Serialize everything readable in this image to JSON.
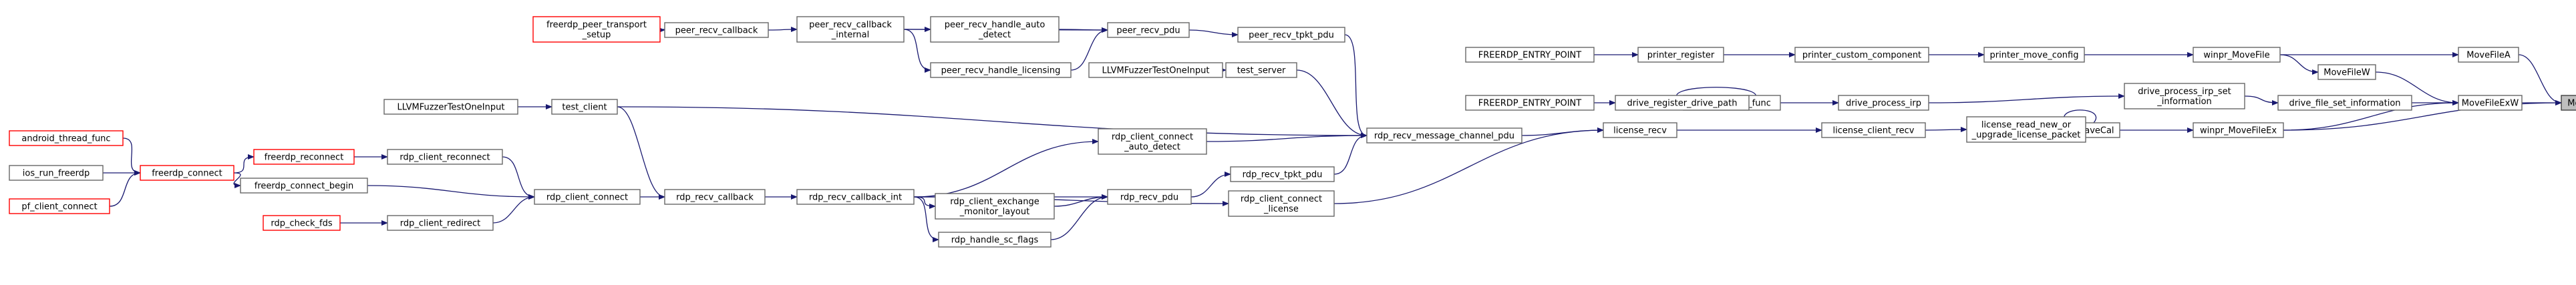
{
  "diagram": {
    "nodes": [
      {
        "id": "MoveFileExA",
        "lines": [
          "MoveFileExA"
        ],
        "style": "root"
      },
      {
        "id": "MoveFileA",
        "lines": [
          "MoveFileA"
        ],
        "style": "normal"
      },
      {
        "id": "MoveFileW",
        "lines": [
          "MoveFileW"
        ],
        "style": "normal"
      },
      {
        "id": "MoveFileExW",
        "lines": [
          "MoveFileExW"
        ],
        "style": "normal"
      },
      {
        "id": "winpr_MoveFile",
        "lines": [
          "winpr_MoveFile"
        ],
        "style": "normal"
      },
      {
        "id": "winpr_MoveFileEx",
        "lines": [
          "winpr_MoveFileEx"
        ],
        "style": "normal"
      },
      {
        "id": "drive_file_set_information",
        "lines": [
          "drive_file_set_information"
        ],
        "style": "normal"
      },
      {
        "id": "saveCal",
        "lines": [
          "saveCal"
        ],
        "style": "normal"
      },
      {
        "id": "printer_move_config",
        "lines": [
          "printer_move_config"
        ],
        "style": "normal"
      },
      {
        "id": "drive_process_irp_set_information",
        "lines": [
          "drive_process_irp_set",
          "_information"
        ],
        "style": "normal"
      },
      {
        "id": "license_read_new_or_upgrade_license_packet",
        "lines": [
          "license_read_new_or",
          "_upgrade_license_packet"
        ],
        "style": "normal"
      },
      {
        "id": "printer_custom_component",
        "lines": [
          "printer_custom_component"
        ],
        "style": "normal"
      },
      {
        "id": "drive_process_irp",
        "lines": [
          "drive_process_irp"
        ],
        "style": "normal"
      },
      {
        "id": "license_client_recv",
        "lines": [
          "license_client_recv"
        ],
        "style": "normal"
      },
      {
        "id": "printer_register",
        "lines": [
          "printer_register"
        ],
        "style": "normal"
      },
      {
        "id": "drive_thread_func",
        "lines": [
          "drive_thread_func"
        ],
        "style": "normal"
      },
      {
        "id": "license_recv",
        "lines": [
          "license_recv"
        ],
        "style": "normal"
      },
      {
        "id": "FREERDP_ENTRY_POINT_1",
        "lines": [
          "FREERDP_ENTRY_POINT"
        ],
        "style": "normal"
      },
      {
        "id": "drive_register_drive_path",
        "lines": [
          "drive_register_drive_path"
        ],
        "style": "normal"
      },
      {
        "id": "FREERDP_ENTRY_POINT_2",
        "lines": [
          "FREERDP_ENTRY_POINT"
        ],
        "style": "normal"
      },
      {
        "id": "rdp_recv_message_channel_pdu",
        "lines": [
          "rdp_recv_message_channel_pdu"
        ],
        "style": "normal"
      },
      {
        "id": "peer_recv_tpkt_pdu",
        "lines": [
          "peer_recv_tpkt_pdu"
        ],
        "style": "normal"
      },
      {
        "id": "test_server",
        "lines": [
          "test_server"
        ],
        "style": "normal"
      },
      {
        "id": "LLVMFuzzerTestOneInput_1",
        "lines": [
          "LLVMFuzzerTestOneInput"
        ],
        "style": "normal"
      },
      {
        "id": "rdp_recv_tpkt_pdu",
        "lines": [
          "rdp_recv_tpkt_pdu"
        ],
        "style": "normal"
      },
      {
        "id": "rdp_client_connect_license",
        "lines": [
          "rdp_client_connect",
          "_license"
        ],
        "style": "normal"
      },
      {
        "id": "rdp_client_connect_auto_detect",
        "lines": [
          "rdp_client_connect",
          "_auto_detect"
        ],
        "style": "normal"
      },
      {
        "id": "peer_recv_pdu",
        "lines": [
          "peer_recv_pdu"
        ],
        "style": "normal"
      },
      {
        "id": "rdp_recv_pdu",
        "lines": [
          "rdp_recv_pdu"
        ],
        "style": "normal"
      },
      {
        "id": "peer_recv_handle_auto_detect",
        "lines": [
          "peer_recv_handle_auto",
          "_detect"
        ],
        "style": "normal"
      },
      {
        "id": "peer_recv_handle_licensing",
        "lines": [
          "peer_recv_handle_licensing"
        ],
        "style": "normal"
      },
      {
        "id": "rdp_client_exchange_monitor_layout",
        "lines": [
          "rdp_client_exchange",
          "_monitor_layout"
        ],
        "style": "normal"
      },
      {
        "id": "rdp_handle_sc_flags",
        "lines": [
          "rdp_handle_sc_flags"
        ],
        "style": "normal"
      },
      {
        "id": "peer_recv_callback_internal",
        "lines": [
          "peer_recv_callback",
          "_internal"
        ],
        "style": "normal"
      },
      {
        "id": "rdp_recv_callback_int",
        "lines": [
          "rdp_recv_callback_int"
        ],
        "style": "normal"
      },
      {
        "id": "peer_recv_callback",
        "lines": [
          "peer_recv_callback"
        ],
        "style": "normal"
      },
      {
        "id": "rdp_recv_callback",
        "lines": [
          "rdp_recv_callback"
        ],
        "style": "normal"
      },
      {
        "id": "freerdp_peer_transport_setup",
        "lines": [
          "freerdp_peer_transport",
          "_setup"
        ],
        "style": "red"
      },
      {
        "id": "test_client",
        "lines": [
          "test_client"
        ],
        "style": "normal"
      },
      {
        "id": "rdp_client_connect",
        "lines": [
          "rdp_client_connect"
        ],
        "style": "normal"
      },
      {
        "id": "LLVMFuzzerTestOneInput_2",
        "lines": [
          "LLVMFuzzerTestOneInput"
        ],
        "style": "normal"
      },
      {
        "id": "rdp_client_reconnect",
        "lines": [
          "rdp_client_reconnect"
        ],
        "style": "normal"
      },
      {
        "id": "freerdp_connect_begin",
        "lines": [
          "freerdp_connect_begin"
        ],
        "style": "normal"
      },
      {
        "id": "rdp_client_redirect",
        "lines": [
          "rdp_client_redirect"
        ],
        "style": "normal"
      },
      {
        "id": "freerdp_reconnect",
        "lines": [
          "freerdp_reconnect"
        ],
        "style": "red"
      },
      {
        "id": "rdp_check_fds",
        "lines": [
          "rdp_check_fds"
        ],
        "style": "red"
      },
      {
        "id": "freerdp_connect",
        "lines": [
          "freerdp_connect"
        ],
        "style": "red"
      },
      {
        "id": "android_thread_func",
        "lines": [
          "android_thread_func"
        ],
        "style": "red"
      },
      {
        "id": "ios_run_freerdp",
        "lines": [
          "ios_run_freerdp"
        ],
        "style": "normal"
      },
      {
        "id": "pf_client_connect",
        "lines": [
          "pf_client_connect"
        ],
        "style": "red"
      }
    ],
    "edges": [
      {
        "from": "MoveFileA",
        "to": "MoveFileExA"
      },
      {
        "from": "MoveFileExW",
        "to": "MoveFileExA"
      },
      {
        "from": "winpr_MoveFileEx",
        "to": "MoveFileExA"
      },
      {
        "from": "winpr_MoveFile",
        "to": "MoveFileA"
      },
      {
        "from": "winpr_MoveFile",
        "to": "MoveFileW"
      },
      {
        "from": "MoveFileW",
        "to": "MoveFileExW"
      },
      {
        "from": "drive_file_set_information",
        "to": "MoveFileExW"
      },
      {
        "from": "winpr_MoveFileEx",
        "to": "MoveFileExW"
      },
      {
        "from": "saveCal",
        "to": "winpr_MoveFileEx"
      },
      {
        "from": "printer_move_config",
        "to": "winpr_MoveFile"
      },
      {
        "from": "drive_process_irp_set_information",
        "to": "drive_file_set_information"
      },
      {
        "from": "license_read_new_or_upgrade_license_packet",
        "to": "saveCal"
      },
      {
        "from": "printer_custom_component",
        "to": "printer_move_config"
      },
      {
        "from": "drive_process_irp",
        "to": "drive_process_irp_set_information"
      },
      {
        "from": "license_client_recv",
        "to": "license_read_new_or_upgrade_license_packet"
      },
      {
        "from": "printer_register",
        "to": "printer_custom_component"
      },
      {
        "from": "drive_thread_func",
        "to": "drive_process_irp"
      },
      {
        "from": "license_recv",
        "to": "license_client_recv"
      },
      {
        "from": "FREERDP_ENTRY_POINT_1",
        "to": "printer_register"
      },
      {
        "from": "drive_register_drive_path",
        "to": "drive_thread_func"
      },
      {
        "from": "FREERDP_ENTRY_POINT_2",
        "to": "drive_register_drive_path"
      },
      {
        "from": "rdp_recv_message_channel_pdu",
        "to": "license_recv"
      },
      {
        "from": "rdp_client_connect_license",
        "to": "license_recv"
      },
      {
        "from": "peer_recv_tpkt_pdu",
        "to": "rdp_recv_message_channel_pdu"
      },
      {
        "from": "test_server",
        "to": "rdp_recv_message_channel_pdu"
      },
      {
        "from": "test_client",
        "to": "rdp_recv_message_channel_pdu"
      },
      {
        "from": "rdp_client_connect_auto_detect",
        "to": "rdp_recv_message_channel_pdu"
      },
      {
        "from": "rdp_recv_tpkt_pdu",
        "to": "rdp_recv_message_channel_pdu"
      },
      {
        "from": "LLVMFuzzerTestOneInput_1",
        "to": "test_server"
      },
      {
        "from": "peer_recv_pdu",
        "to": "peer_recv_tpkt_pdu"
      },
      {
        "from": "rdp_recv_pdu",
        "to": "rdp_recv_tpkt_pdu"
      },
      {
        "from": "rdp_recv_callback_int",
        "to": "rdp_client_connect_license"
      },
      {
        "from": "rdp_recv_callback_int",
        "to": "rdp_client_connect_auto_detect"
      },
      {
        "from": "peer_recv_callback_internal",
        "to": "peer_recv_pdu"
      },
      {
        "from": "peer_recv_handle_auto_detect",
        "to": "peer_recv_pdu"
      },
      {
        "from": "peer_recv_handle_licensing",
        "to": "peer_recv_pdu"
      },
      {
        "from": "rdp_recv_callback_int",
        "to": "rdp_recv_pdu"
      },
      {
        "from": "rdp_client_exchange_monitor_layout",
        "to": "rdp_recv_pdu"
      },
      {
        "from": "rdp_handle_sc_flags",
        "to": "rdp_recv_pdu"
      },
      {
        "from": "peer_recv_callback_internal",
        "to": "peer_recv_handle_auto_detect"
      },
      {
        "from": "peer_recv_callback_internal",
        "to": "peer_recv_handle_licensing"
      },
      {
        "from": "rdp_recv_callback_int",
        "to": "rdp_client_exchange_monitor_layout"
      },
      {
        "from": "rdp_recv_callback_int",
        "to": "rdp_handle_sc_flags"
      },
      {
        "from": "peer_recv_callback",
        "to": "peer_recv_callback_internal"
      },
      {
        "from": "rdp_recv_callback",
        "to": "rdp_recv_callback_int"
      },
      {
        "from": "freerdp_peer_transport_setup",
        "to": "peer_recv_callback"
      },
      {
        "from": "test_client",
        "to": "rdp_recv_callback"
      },
      {
        "from": "rdp_client_connect",
        "to": "rdp_recv_callback"
      },
      {
        "from": "LLVMFuzzerTestOneInput_2",
        "to": "test_client"
      },
      {
        "from": "rdp_client_reconnect",
        "to": "rdp_client_connect"
      },
      {
        "from": "freerdp_connect_begin",
        "to": "rdp_client_connect"
      },
      {
        "from": "rdp_client_redirect",
        "to": "rdp_client_connect"
      },
      {
        "from": "freerdp_reconnect",
        "to": "rdp_client_reconnect"
      },
      {
        "from": "freerdp_connect",
        "to": "freerdp_connect_begin"
      },
      {
        "from": "rdp_check_fds",
        "to": "rdp_client_redirect"
      },
      {
        "from": "freerdp_connect",
        "to": "freerdp_reconnect"
      },
      {
        "from": "android_thread_func",
        "to": "freerdp_connect"
      },
      {
        "from": "ios_run_freerdp",
        "to": "freerdp_connect"
      },
      {
        "from": "pf_client_connect",
        "to": "freerdp_connect"
      }
    ]
  }
}
